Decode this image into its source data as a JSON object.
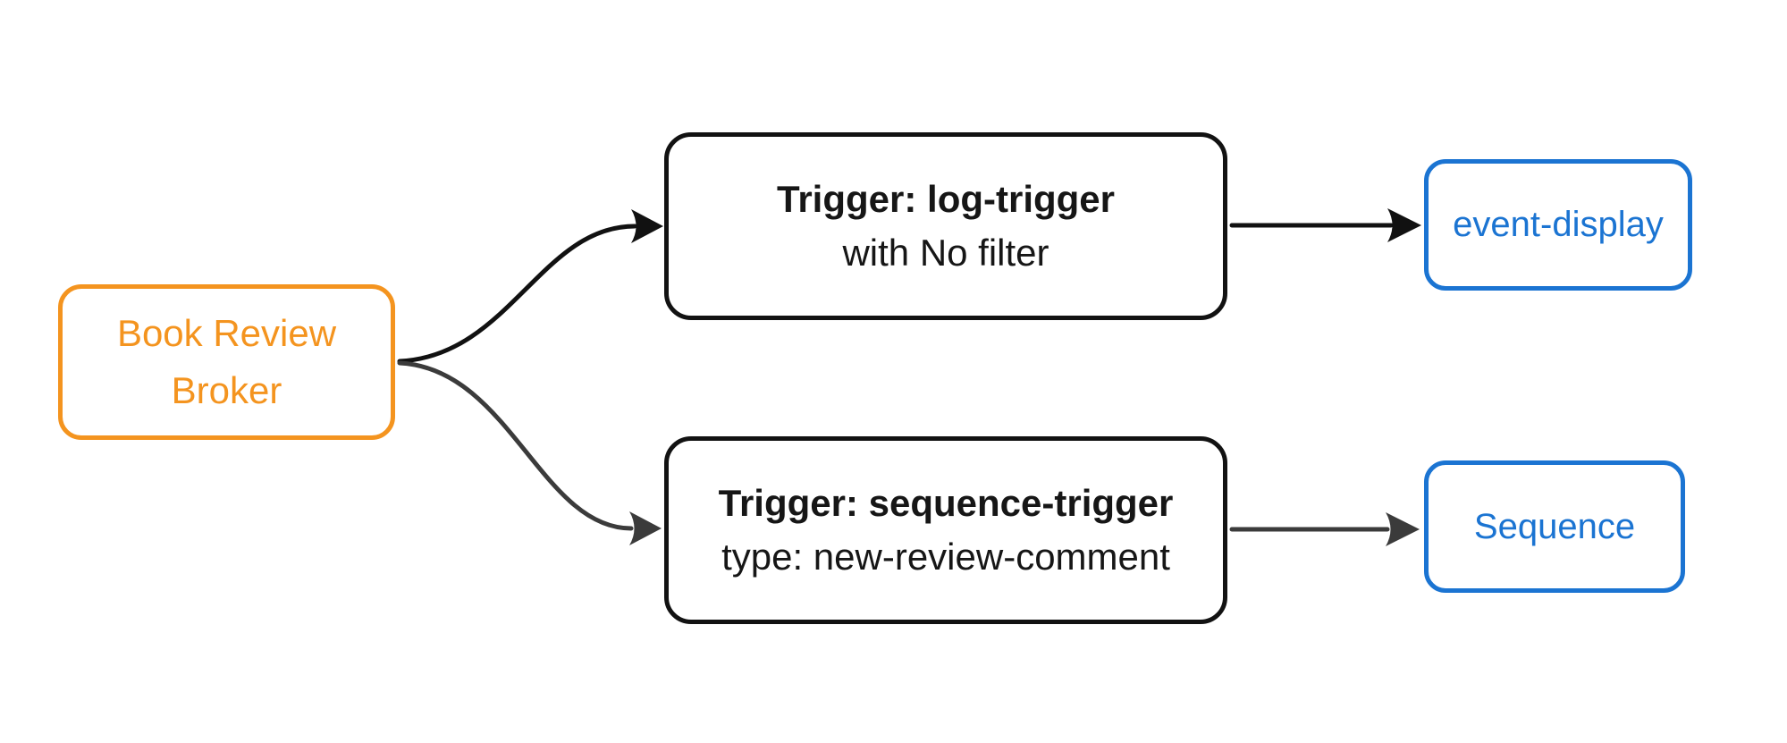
{
  "diagram": {
    "kind": "flowchart-left-to-right",
    "nodes": {
      "broker": {
        "line1": "Book Review",
        "line2": "Broker"
      },
      "log_trigger": {
        "title": "Trigger: log-trigger",
        "subtitle": "with No filter"
      },
      "sequence_trigger": {
        "title": "Trigger: sequence-trigger",
        "subtitle": "type: new-review-comment"
      },
      "event_display": {
        "label": "event-display"
      },
      "sequence": {
        "label": "Sequence"
      }
    },
    "edges": [
      {
        "from": "Book Review Broker",
        "to": "Trigger: log-trigger",
        "color_key": "edge_black"
      },
      {
        "from": "Book Review Broker",
        "to": "Trigger: sequence-trigger",
        "color_key": "edge_gray"
      },
      {
        "from": "Trigger: log-trigger",
        "to": "event-display",
        "color_key": "edge_black"
      },
      {
        "from": "Trigger: sequence-trigger",
        "to": "Sequence",
        "color_key": "edge_gray"
      }
    ]
  },
  "colors": {
    "background": "#FFFFFF",
    "broker": "#F4941F",
    "trigger_border": "#121212",
    "trigger_text": "#161616",
    "target": "#1B74D2",
    "edge_black": "#111111",
    "edge_gray": "#3B3B3B"
  }
}
